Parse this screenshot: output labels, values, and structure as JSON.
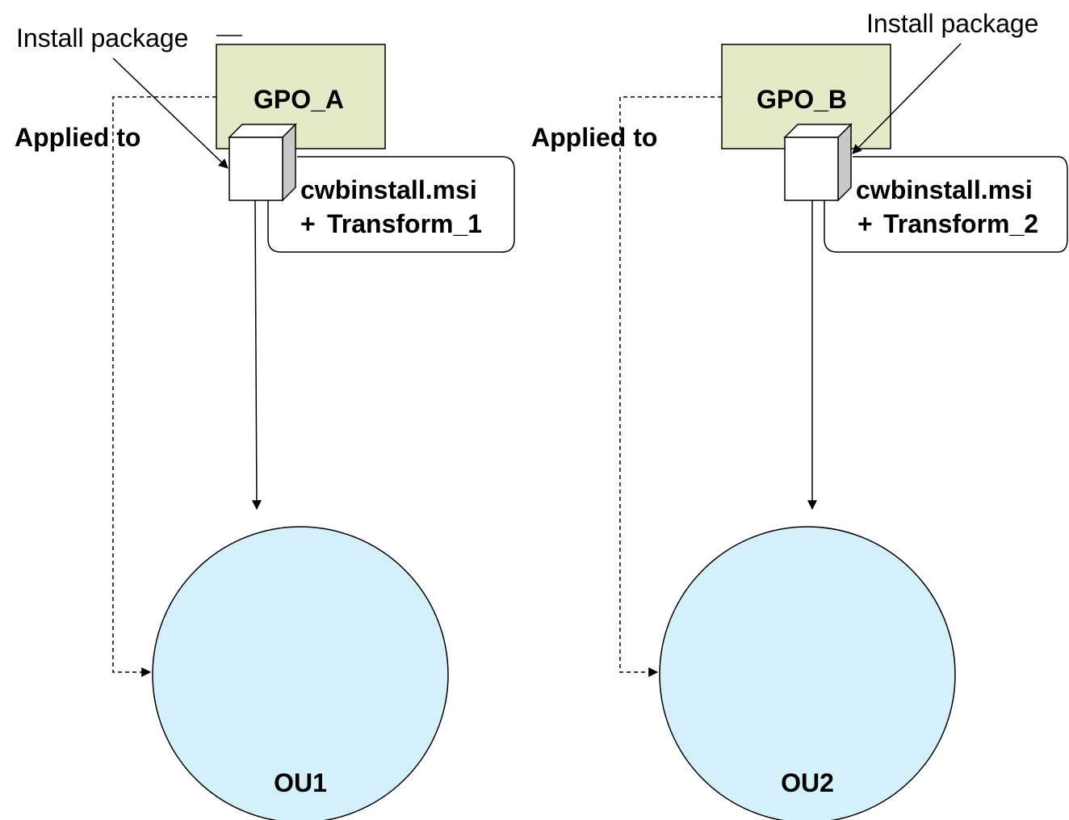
{
  "colors": {
    "gpo_fill": "#e6e9c8",
    "ou_fill": "#d4f1fb",
    "transform_1": "#1533c7",
    "transform_2": "#1a7f10",
    "cube_side": "#c8c8c8"
  },
  "left": {
    "install_label": "Install package",
    "gpo_label": "GPO_A",
    "applied_label": "Applied to",
    "msi_label": "cwbinstall.msi",
    "plus": "+",
    "transform_label": "Transform_1",
    "ou_label": "OU1"
  },
  "right": {
    "install_label": "Install package",
    "gpo_label": "GPO_B",
    "applied_label": "Applied to",
    "msi_label": "cwbinstall.msi",
    "plus": "+",
    "transform_label": "Transform_2",
    "ou_label": "OU2"
  }
}
